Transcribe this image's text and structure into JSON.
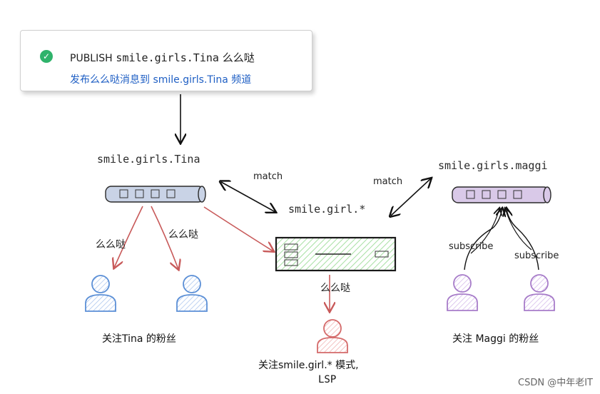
{
  "publish_card": {
    "status_icon": "check-circle-icon",
    "command": "PUBLISH",
    "channel": "smile.girls.Tina",
    "message": "么么哒",
    "description": "发布么么哒消息到 smile.girls.Tina 频道"
  },
  "exchanges": {
    "tina": {
      "name": "smile.girls.Tina"
    },
    "maggi": {
      "name": "smile.girls.maggi"
    },
    "pattern": {
      "name": "smile.girl.*"
    }
  },
  "edge_labels": {
    "match_left": "match",
    "match_right": "match",
    "kiss_1": "么么哒",
    "kiss_2": "么么哒",
    "kiss_3": "么么哒",
    "subscribe_1": "subscribe",
    "subscribe_2": "subscribe"
  },
  "captions": {
    "tina_fans": "关注Tina 的粉丝",
    "pattern_sub_line1": "关注smile.girl.* 模式,",
    "pattern_sub_line2": "LSP",
    "maggi_fans": "关注 Maggi 的粉丝"
  },
  "watermark": "CSDN @中年老IT",
  "colors": {
    "blue_user": "#5b8fd6",
    "red_user": "#d46a6a",
    "purple_user": "#a77cc9",
    "green_box": "#8ed18a",
    "red_arrow": "#c85a5a",
    "link_blue": "#1f5fc4"
  }
}
